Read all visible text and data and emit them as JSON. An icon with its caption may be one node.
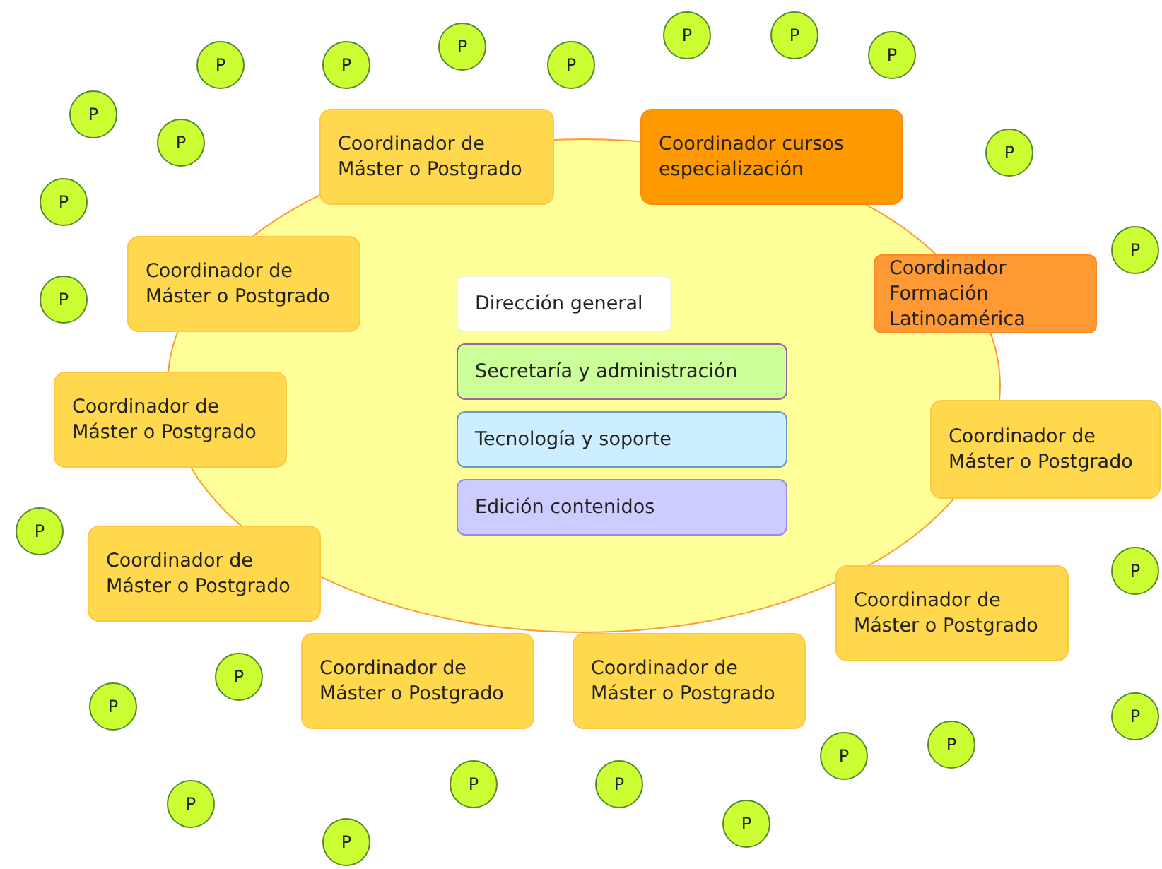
{
  "diagram": {
    "nodes": [
      {
        "text": [],
        "shape": "ellipse"
      },
      {
        "text": [
          "Dirección general"
        ],
        "in": 0
      },
      {
        "text": [
          "Secretaría y administración"
        ],
        "in": 0
      },
      {
        "text": [
          "Tecnología y soporte"
        ],
        "in": 0
      },
      {
        "text": [
          "Edición contenidos"
        ],
        "in": 0
      },
      {
        "text": [
          "Coordinador de Máster o Postgrado"
        ]
      },
      {
        "text": [
          "Coordinador cursos especialización"
        ]
      },
      {
        "text": [
          "Coordinador de Máster o Postgrado"
        ]
      },
      {
        "text": [
          "Coordinador Formación Latinoamérica"
        ]
      },
      {
        "text": [
          "Coordinador de Máster o Postgrado"
        ]
      },
      {
        "text": [
          "Coordinador de Máster o Postgrado"
        ]
      },
      {
        "text": [
          "Coordinador de Máster o Postgrado"
        ]
      },
      {
        "text": [
          "Coordinador de Máster o Postgrado"
        ]
      },
      {
        "text": [
          "Coordinador de Máster o Postgrado"
        ]
      },
      {
        "text": [
          "Coordinador de Máster o Postgrado"
        ]
      },
      {
        "text": [
          "P"
        ]
      },
      {
        "text": [
          "P"
        ]
      },
      {
        "text": [
          "P"
        ]
      },
      {
        "text": [
          "P"
        ]
      },
      {
        "text": [
          "P"
        ]
      },
      {
        "text": [
          "P"
        ]
      },
      {
        "text": [
          "P"
        ]
      },
      {
        "text": [
          "P"
        ]
      },
      {
        "text": [
          "P"
        ]
      },
      {
        "text": [
          "P"
        ]
      },
      {
        "text": [
          "P"
        ]
      },
      {
        "text": [
          "P"
        ]
      },
      {
        "text": [
          "P"
        ]
      },
      {
        "text": [
          "P"
        ]
      },
      {
        "text": [
          "P"
        ]
      },
      {
        "text": [
          "P"
        ]
      },
      {
        "text": [
          "P"
        ]
      },
      {
        "text": [
          "P"
        ]
      },
      {
        "text": [
          "P"
        ]
      },
      {
        "text": [
          "P"
        ]
      },
      {
        "text": [
          "P"
        ]
      },
      {
        "text": [
          "P"
        ]
      },
      {
        "text": [
          "P"
        ]
      },
      {
        "text": [
          "P"
        ]
      },
      {
        "text": [
          "P"
        ]
      }
    ]
  }
}
